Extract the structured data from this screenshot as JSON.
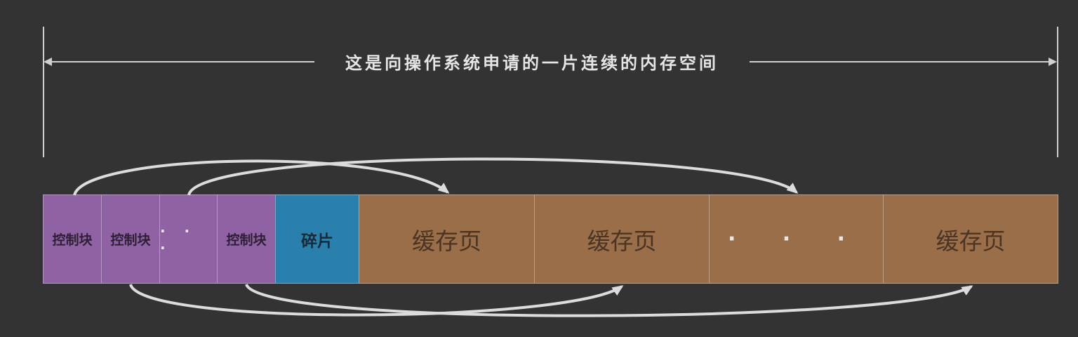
{
  "header": {
    "span_label": "这是向操作系统申请的一片连续的内存空间"
  },
  "memory_layout": {
    "cells": [
      {
        "kind": "control",
        "label": "控制块"
      },
      {
        "kind": "control",
        "label": "控制块"
      },
      {
        "kind": "control",
        "label": "· · ·"
      },
      {
        "kind": "control",
        "label": "控制块"
      },
      {
        "kind": "fragment",
        "label": "碎片"
      },
      {
        "kind": "page",
        "label": "缓存页"
      },
      {
        "kind": "page",
        "label": "缓存页"
      },
      {
        "kind": "page",
        "label": "· · ·"
      },
      {
        "kind": "page",
        "label": "缓存页"
      }
    ]
  },
  "colors": {
    "background": "#333333",
    "control_block": "#8f62a4",
    "fragment": "#2a80ad",
    "cache_page": "#9a6e48",
    "lines": "#d0d0d0"
  }
}
